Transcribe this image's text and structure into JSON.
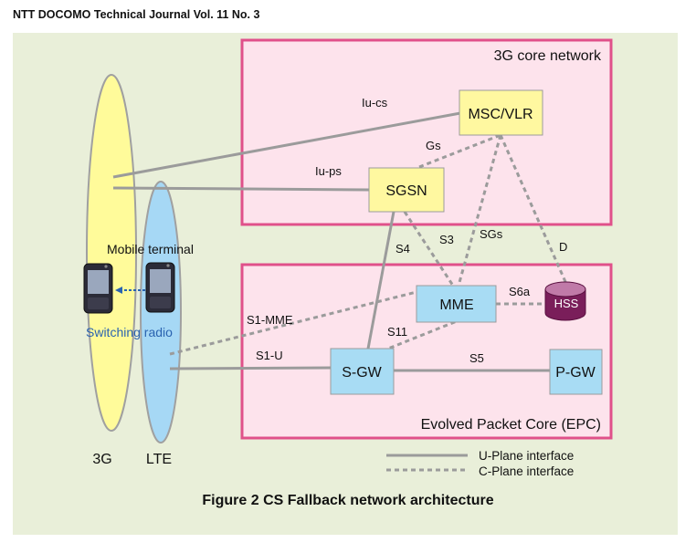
{
  "header": "NTT DOCOMO Technical Journal Vol. 11 No. 3",
  "caption": "Figure 2  CS Fallback network architecture",
  "regions": {
    "core3g": "3G core network",
    "epc": "Evolved Packet Core (EPC)"
  },
  "nodes": {
    "msc": "MSC/VLR",
    "sgsn": "SGSN",
    "mme": "MME",
    "hss": "HSS",
    "sgw": "S-GW",
    "pgw": "P-GW"
  },
  "radio": {
    "g3": "3G",
    "lte": "LTE",
    "mobile_terminal": "Mobile terminal",
    "switching_radio": "Switching radio"
  },
  "interfaces": {
    "iu_cs": "Iu-cs",
    "iu_ps": "Iu-ps",
    "gs": "Gs",
    "s4": "S4",
    "s3": "S3",
    "sgs": "SGs",
    "d": "D",
    "s6a": "S6a",
    "s1_mme": "S1-MME",
    "s11": "S11",
    "s1_u": "S1-U",
    "s5": "S5"
  },
  "legend": {
    "u_plane": "U-Plane interface",
    "c_plane": "C-Plane interface"
  },
  "colors": {
    "panel": "#e9efd9",
    "region_fill": "#fde3ec",
    "region_border": "#e0508a",
    "node_yellow": "#fff8a0",
    "node_blue": "#a8dcf4",
    "hss": "#7a1e5a",
    "ellipse_3g": "#fffb9a",
    "ellipse_lte": "#a6d8f5",
    "line": "#9b9b9b",
    "switching_text": "#2a63b0"
  }
}
